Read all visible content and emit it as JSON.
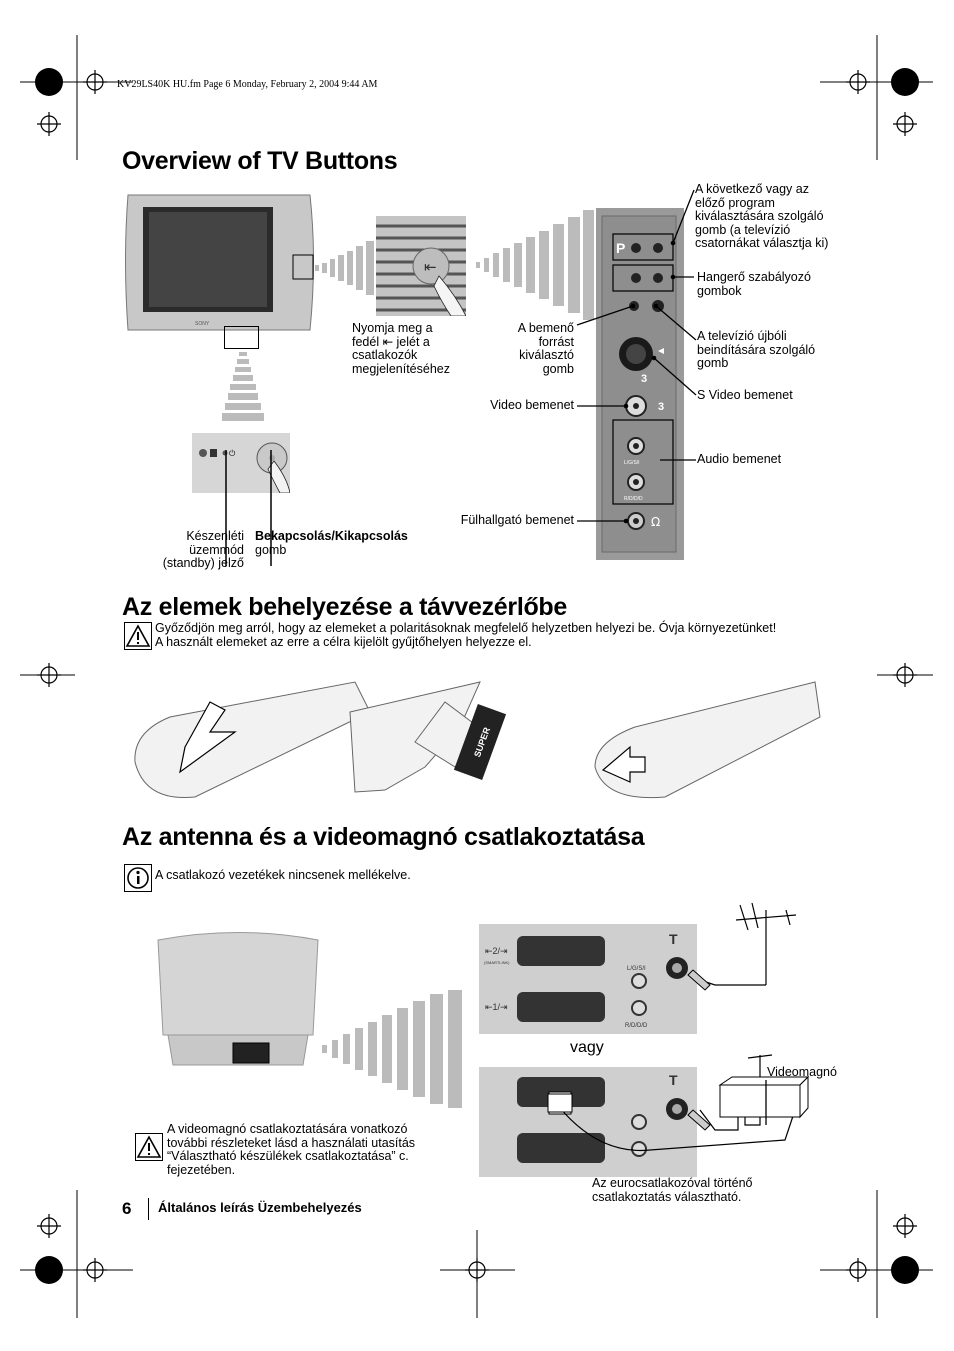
{
  "header": {
    "file_line": "KV29LS40K HU.fm  Page 6  Monday, February 2, 2004  9:44 AM"
  },
  "section1": {
    "title": "Overview of TV Buttons",
    "labels": {
      "open_cover": "Nyomja meg a fedél ⇤ jelét a csatlakozók megjelenítéséhez",
      "program_select": "A következő vagy az előző program kiválasztására szolgáló gomb (a televízió csatornákat választja ki)",
      "volume": "Hangerő szabályozó gombok",
      "input_select": "A bemenő forrást kiválasztó gomb",
      "restart": "A televízió újbóli beindítására szolgáló gomb",
      "s_video": "S Video bemenet",
      "video_in": "Video bemenet",
      "audio_in": "Audio bemenet",
      "headphone": "Fülhallgató bemenet",
      "standby_led": "Készenléti üzemmód (standby) jelző",
      "power_bold": "Bekapcsolás/Kikapcsolás",
      "power_rest": "gomb"
    },
    "panel_marks": {
      "p": "P",
      "minus": "-",
      "plus": "+",
      "three": "3",
      "lgsi": "L/G/S/I",
      "rddd": "R/D/D/D"
    }
  },
  "section2": {
    "title": "Az elemek behelyezése a távvezérlőbe",
    "warning_line1": "Győződjön meg arról, hogy az elemeket a polaritásoknak megfelelő helyzetben helyezi be. Óvja környezetünket!",
    "warning_line2": "A használt elemeket az erre a célra kijelölt gyűjtőhelyen helyezze el.",
    "battery_text": "SUPER"
  },
  "section3": {
    "title": "Az antenna és a videomagnó csatlakoztatása",
    "info_text": "A csatlakozó vezetékek nincsenek mellékelve.",
    "or_label": "vagy",
    "vcr_label": "Videomagnó",
    "euro_note": "Az eurocsatlakozóval történő csatlakoztatás választható.",
    "vcr_warning": "A videomagnó csatlakoztatására vonatkozó további részleteket lásd a használati utasítás “Választható készülékek csatlakoztatása” c. fejezetében.",
    "panel_labels": {
      "scart2": "⇤2/⇥",
      "scart1": "⇤1/⇥",
      "smartlink": "(SMARTLINK)",
      "lgsi": "L/G/S/I",
      "rddd": "R/D/D/D"
    }
  },
  "footer": {
    "page_number": "6",
    "text": "Általános leírás   Üzembehelyezés"
  },
  "colors": {
    "photo_bg": "#d9d9d9",
    "panel": "#9a9a9a",
    "ink": "#000000"
  }
}
